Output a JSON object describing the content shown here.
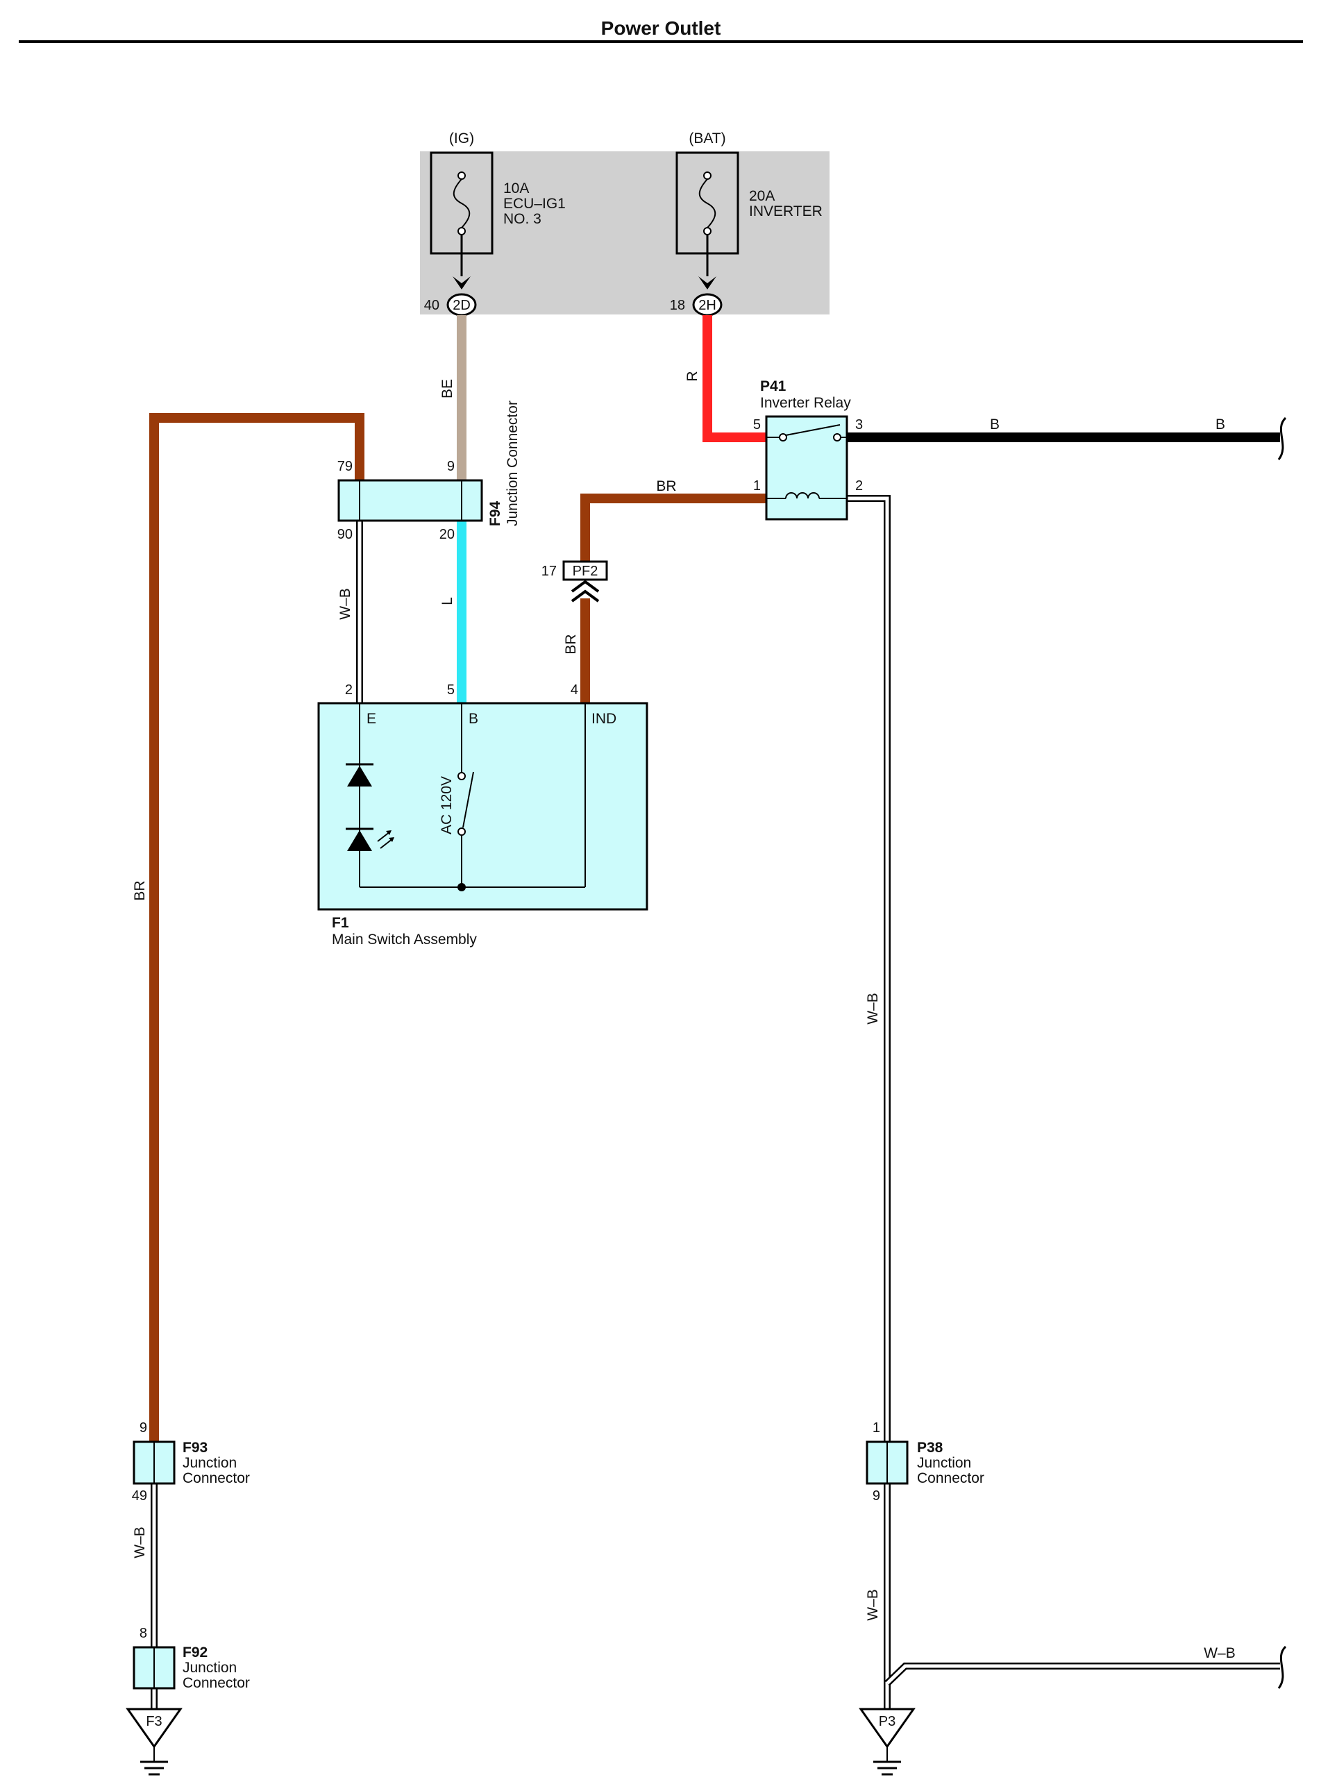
{
  "title": "Power Outlet",
  "fuse_box": {
    "ig_label": "(IG)",
    "bat_label": "(BAT)",
    "fuse1": {
      "line1": "10A",
      "line2": "ECU–IG1",
      "line3": "NO. 3",
      "pin": "40",
      "connector": "2D"
    },
    "fuse2": {
      "line1": "20A",
      "line2": "INVERTER",
      "pin": "18",
      "connector": "2H"
    }
  },
  "wires": {
    "be": "BE",
    "r": "R",
    "br_relay": "BR",
    "br_ind": "BR",
    "br_left": "BR",
    "l": "L",
    "wb_f94": "W–B",
    "b_mid": "B",
    "b_end": "B",
    "wb_relay": "W–B",
    "wb_p38": "W–B",
    "wb_f93": "W–B",
    "wb_ground": "W–B"
  },
  "relay": {
    "id": "P41",
    "name": "Inverter Relay",
    "pin5": "5",
    "pin3": "3",
    "pin1": "1",
    "pin2": "2"
  },
  "f94": {
    "id": "F94",
    "name": "Junction Connector",
    "pin79": "79",
    "pin9": "9",
    "pin90": "90",
    "pin20": "20"
  },
  "pf2": {
    "id": "PF2",
    "pin": "17"
  },
  "switch": {
    "id": "F1",
    "name": "Main Switch Assembly",
    "pin2": "2",
    "pin5": "5",
    "pin4": "4",
    "term_e": "E",
    "term_b": "B",
    "term_ind": "IND",
    "ac_label": "AC 120V"
  },
  "f93": {
    "id": "F93",
    "line1": "Junction",
    "line2": "Connector",
    "pin_top": "9",
    "pin_bottom": "49"
  },
  "f92": {
    "id": "F92",
    "line1": "Junction",
    "line2": "Connector",
    "pin_top": "8"
  },
  "p38": {
    "id": "P38",
    "line1": "Junction",
    "line2": "Connector",
    "pin_top": "1",
    "pin_bottom": "9"
  },
  "grounds": {
    "left": "F3",
    "right": "P3"
  },
  "colors": {
    "br": "#993a0a",
    "be": "#bba896",
    "r": "#ff2222",
    "l": "#2ee8f5",
    "b": "#000000",
    "component_fill": "#ccfbfb",
    "fuse_box_fill": "#d0d0d0"
  }
}
